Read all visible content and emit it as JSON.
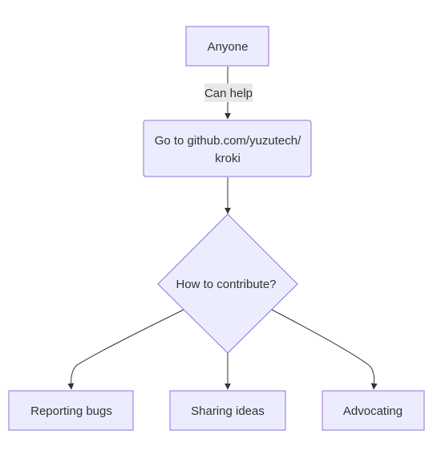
{
  "diagram": {
    "colors": {
      "node_fill": "#ECECFF",
      "node_stroke": "#9370DB",
      "edge": "#333333",
      "edge_label_bg": "#E8E8E8",
      "text": "#333333"
    },
    "nodes": {
      "anyone": {
        "label": "Anyone"
      },
      "github": {
        "line1": "Go to github.com/yuzutech/",
        "line2": "kroki"
      },
      "decision": {
        "label": "How to contribute?"
      },
      "bugs": {
        "label": "Reporting bugs"
      },
      "ideas": {
        "label": "Sharing ideas"
      },
      "advocating": {
        "label": "Advocating"
      }
    },
    "edges": {
      "anyone_to_github": {
        "label": "Can help"
      }
    }
  }
}
